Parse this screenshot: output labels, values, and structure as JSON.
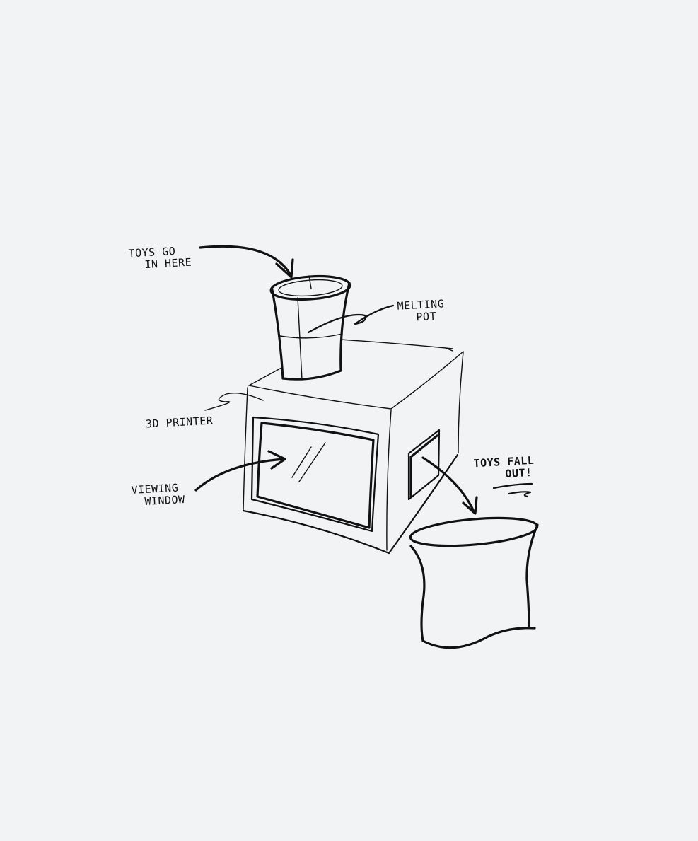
{
  "labels": {
    "toys_in": [
      "Toys go",
      "in here"
    ],
    "melting_pot": [
      "Melting",
      "pot"
    ],
    "printer": [
      "3D Printer"
    ],
    "viewing_window": [
      "Viewing",
      "window"
    ],
    "toys_out": [
      "Toys fall",
      "out!"
    ]
  },
  "colors": {
    "background": "#f2f3f5",
    "ink": "#111111"
  }
}
